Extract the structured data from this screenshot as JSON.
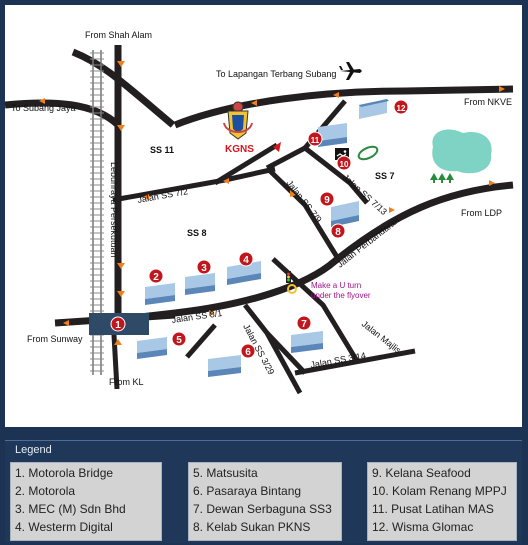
{
  "map": {
    "places": {
      "shah_alam": "From Shah Alam",
      "subang_jaya": "To Subang Jaya",
      "airport": "To Lapangan Terbang Subang",
      "nkve": "From NKVE",
      "ldp": "From LDP",
      "sunway": "From Sunway",
      "kl": "From KL"
    },
    "areas": {
      "ss11": "SS 11",
      "ss7": "SS 7",
      "ss8": "SS 8"
    },
    "roads": {
      "persekutuan": "Lebuhraya Persekutuan",
      "ss7_2": "Jalan SS 7/2",
      "ss7_9": "Jalan SS 7/9",
      "ss7_13": "Jalan SS 7/13",
      "perbandaran": "Jalan Perbandaran",
      "ss8_1": "Jalan SS 8/1",
      "majlis": "Jalan Majlis",
      "ss3_14": "Jalan SS 3/14",
      "ss3_29": "Jalan SS 3/29"
    },
    "kgns": "KGNS",
    "uturn_line1": "Make a U turn",
    "uturn_line2": "under the flyover",
    "pins": [
      "1",
      "2",
      "3",
      "4",
      "5",
      "6",
      "7",
      "8",
      "9",
      "10",
      "11",
      "12"
    ]
  },
  "legend": {
    "title": "Legend",
    "columns": [
      [
        "1. Motorola Bridge",
        "2. Motorola",
        "3. MEC (M) Sdn Bhd",
        "4. Westerm Digital"
      ],
      [
        "5. Matsusita",
        "6. Pasaraya Bintang",
        "7. Dewan Serbaguna SS3",
        "8. Kelab Sukan PKNS"
      ],
      [
        "9. Kelana Seafood",
        "10. Kolam Renang MPPJ",
        "11. Pusat Latihan MAS",
        "12. Wisma Glomac"
      ]
    ]
  },
  "colors": {
    "road": "#231f20",
    "building_top": "#a9c8e6",
    "building_front": "#5a86b8",
    "pin": "#c0161c",
    "arrow": "#ef7f1a",
    "pond": "#7fd3c5",
    "tree": "#2b8a3e",
    "kgns": "#d8141c",
    "uturn_text": "#a0148c",
    "legend_bg": "#1f3758",
    "legend_box": "#d3d3d3"
  }
}
